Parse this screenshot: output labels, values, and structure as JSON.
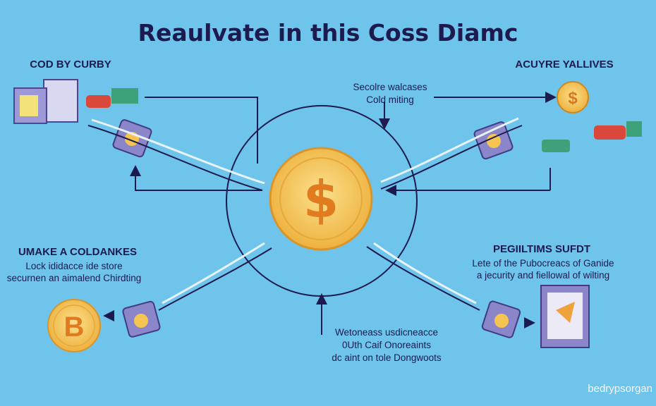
{
  "title": "Reaulvate in this Coss Diamc",
  "top_left": {
    "heading": "COD BY CURBY"
  },
  "top_right": {
    "heading": "ACUYRE YALLIVES"
  },
  "top_center": {
    "line1": "Secolre walcases",
    "line2": "Cold miting"
  },
  "bottom_left": {
    "heading": "UMAKE A COLDANKES",
    "line1": "Lock ididacce ide store",
    "line2": "securnen an aimalend Chirdting"
  },
  "bottom_right": {
    "heading": "PEGIILTIMS SUFDT",
    "line1": "Lete of the Pubocreacs of Ganide",
    "line2": "a jecurity and fiellowal of wilting"
  },
  "bottom_center": {
    "line1": "Wetoneass usdicneacce",
    "line2": "0Uth Caif Onoreaints",
    "line3": "dc aint on tole Dongwoots"
  },
  "watermark": "bedrypsorgan",
  "colors": {
    "background": "#6fc4ec",
    "ink": "#1c1a4e",
    "coin": "#f5c451",
    "wallet": "#8b86c9"
  }
}
